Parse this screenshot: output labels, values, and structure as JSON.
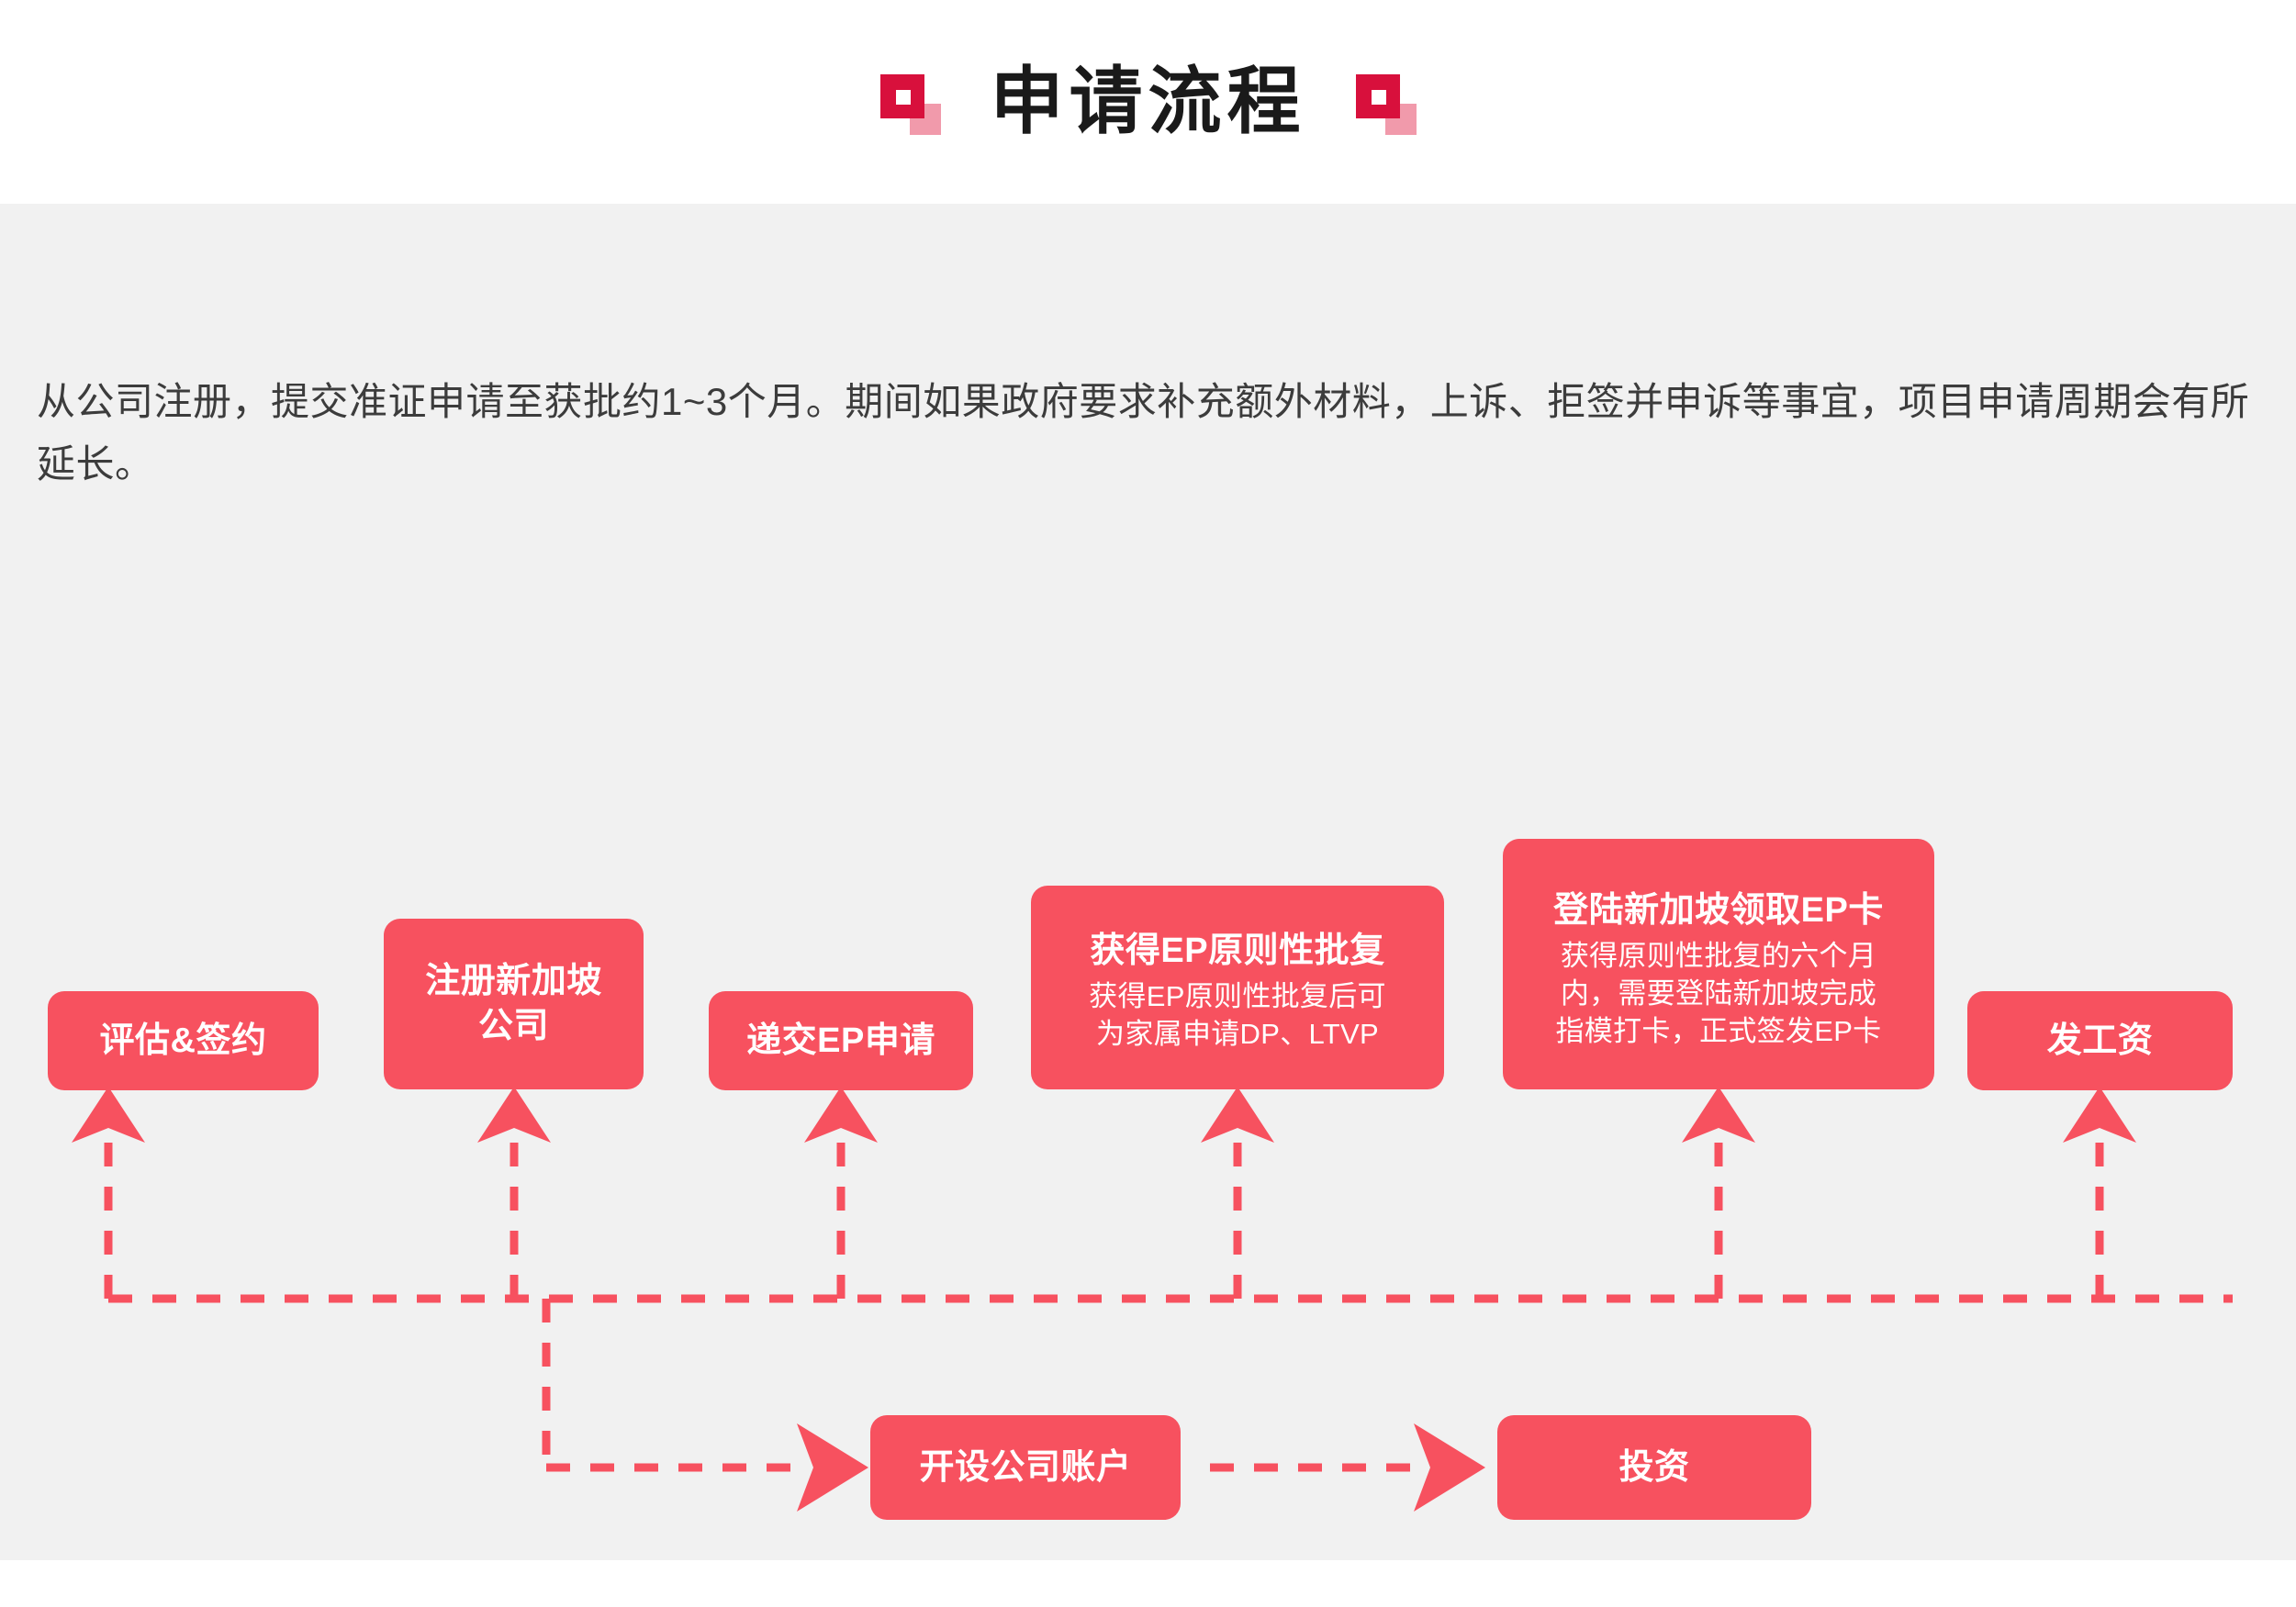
{
  "header": {
    "title": "申请流程",
    "decoration_icon_left": "square-badge-icon",
    "decoration_icon_right": "square-badge-icon",
    "accent_dark": "#d8103c",
    "accent_pale": "#f19aab",
    "title_color": "#1a1a1a"
  },
  "panel": {
    "background": "#f1f1f1",
    "intro": "从公司注册，提交准证申请至获批约1~3个月。期间如果政府要求补充额外材料，上诉、拒签并申诉等事宜，项目申请周期会有所延长。"
  },
  "flow": {
    "accent": "#f7515f",
    "node_text_color": "#ffffff",
    "top_row": [
      {
        "title": "评估&签约",
        "sub": ""
      },
      {
        "title": "注册新加坡\n公司",
        "sub": ""
      },
      {
        "title": "递交EP申请",
        "sub": ""
      },
      {
        "title": "获得EP原则性批复",
        "sub": "获得EP原则性批复后可\n为家属申请DP、LTVP"
      },
      {
        "title": "登陆新加坡领取EP卡",
        "sub": "获得原则性批复的六个月\n内，需要登陆新加坡完成\n指模打卡，正式签发EP卡"
      },
      {
        "title": "发工资",
        "sub": ""
      }
    ],
    "bottom_row": [
      {
        "title": "开设公司账户",
        "sub": ""
      },
      {
        "title": "投资",
        "sub": ""
      }
    ]
  }
}
